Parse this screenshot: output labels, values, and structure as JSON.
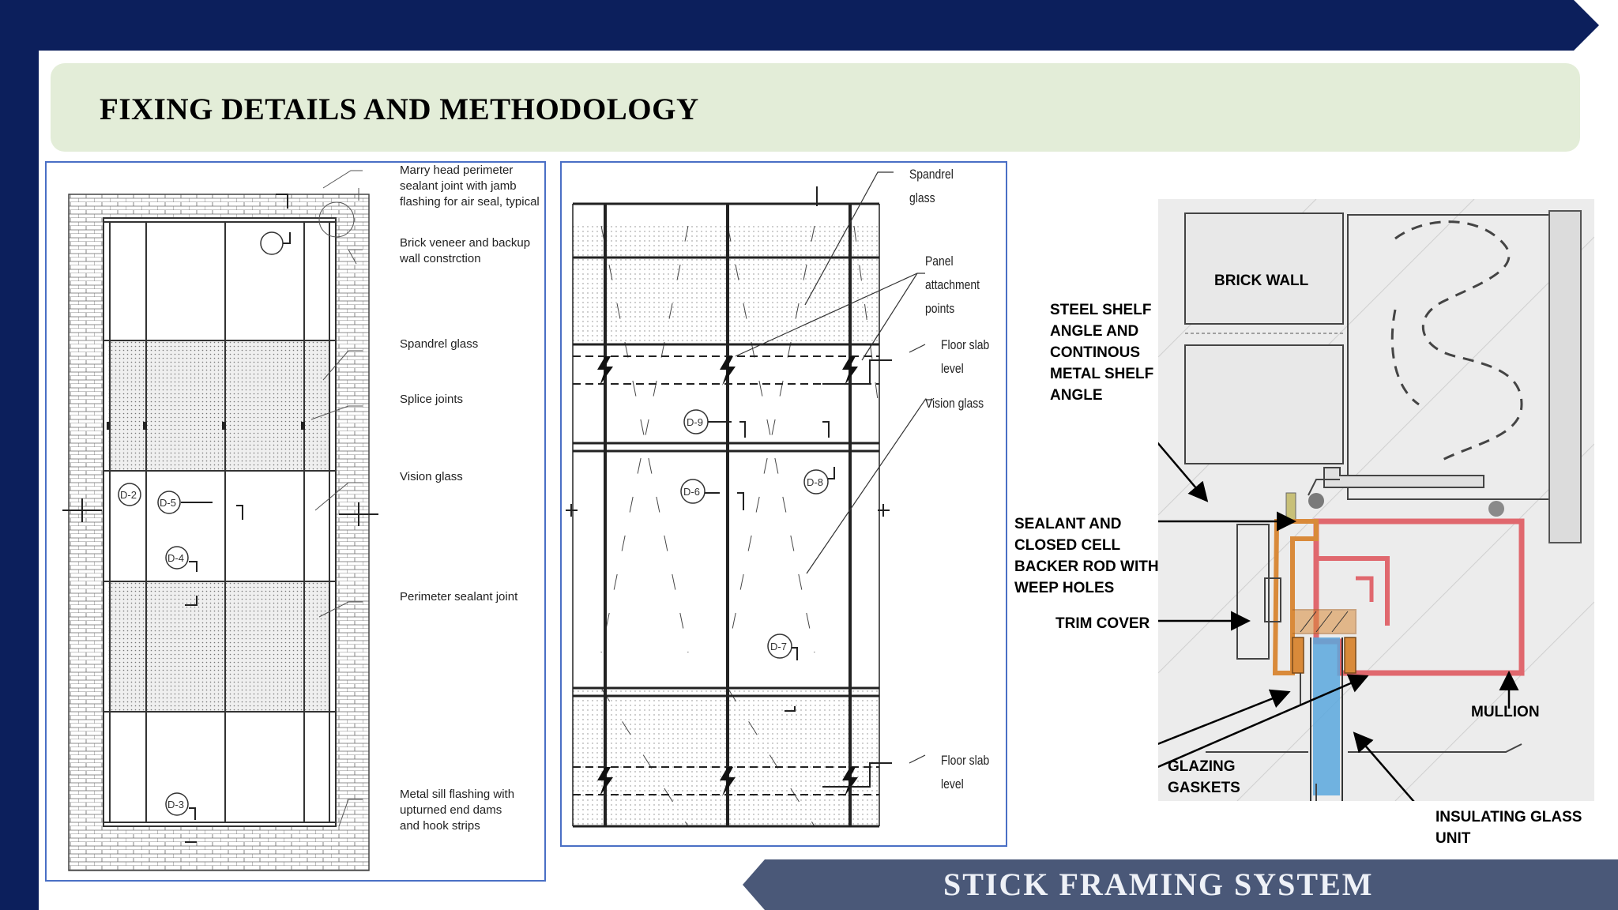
{
  "slide": {
    "title": "FIXING DETAILS AND METHODOLOGY",
    "footer": "STICK  FRAMING  SYSTEM"
  },
  "diagram1": {
    "labels": {
      "marry_head": "Marry head perimeter\nsealant joint with jamb\nflashing for air seal, typical",
      "brick_veneer": "Brick veneer and backup\nwall constrction",
      "spandrel": "Spandrel glass",
      "splice": "Splice joints",
      "vision": "Vision glass",
      "perimeter": "Perimeter sealant joint",
      "metal_sill": "Metal sill flashing with\nupturned end dams\nand hook strips"
    },
    "callouts": [
      "D-2",
      "D-5",
      "D-4",
      "D-3"
    ]
  },
  "diagram2": {
    "labels": {
      "spandrel": "Spandrel\nglass",
      "panel_points": "Panel\nattachment\npoints",
      "floor_slab_top": "Floor slab\nlevel",
      "vision": "Vision glass",
      "floor_slab_bottom": "Floor slab\nlevel"
    },
    "callouts": [
      "D-9",
      "D-6",
      "D-8",
      "D-7"
    ]
  },
  "diagram3": {
    "labels": {
      "brick_wall": "BRICK WALL",
      "steel_shelf": "STEEL SHELF\nANGLE AND\nCONTINOUS\nMETAL SHELF\nANGLE",
      "sealant": "SEALANT AND\nCLOSED CELL\nBACKER  ROD WITH\nWEEP HOLES",
      "trim_cover": "TRIM COVER",
      "mullion": "MULLION",
      "glazing": "GLAZING\nGASKETS",
      "insulating": "INSULATING GLASS\nUNIT"
    }
  },
  "colors": {
    "navy": "#0c1f5c",
    "title_bg": "#e3edd8",
    "footer_bg": "#4a5878",
    "panel_border": "#4a6fc5",
    "mullion_red": "#e0686e",
    "trim_orange": "#d98a3a",
    "glass_blue": "#5aa8de"
  }
}
